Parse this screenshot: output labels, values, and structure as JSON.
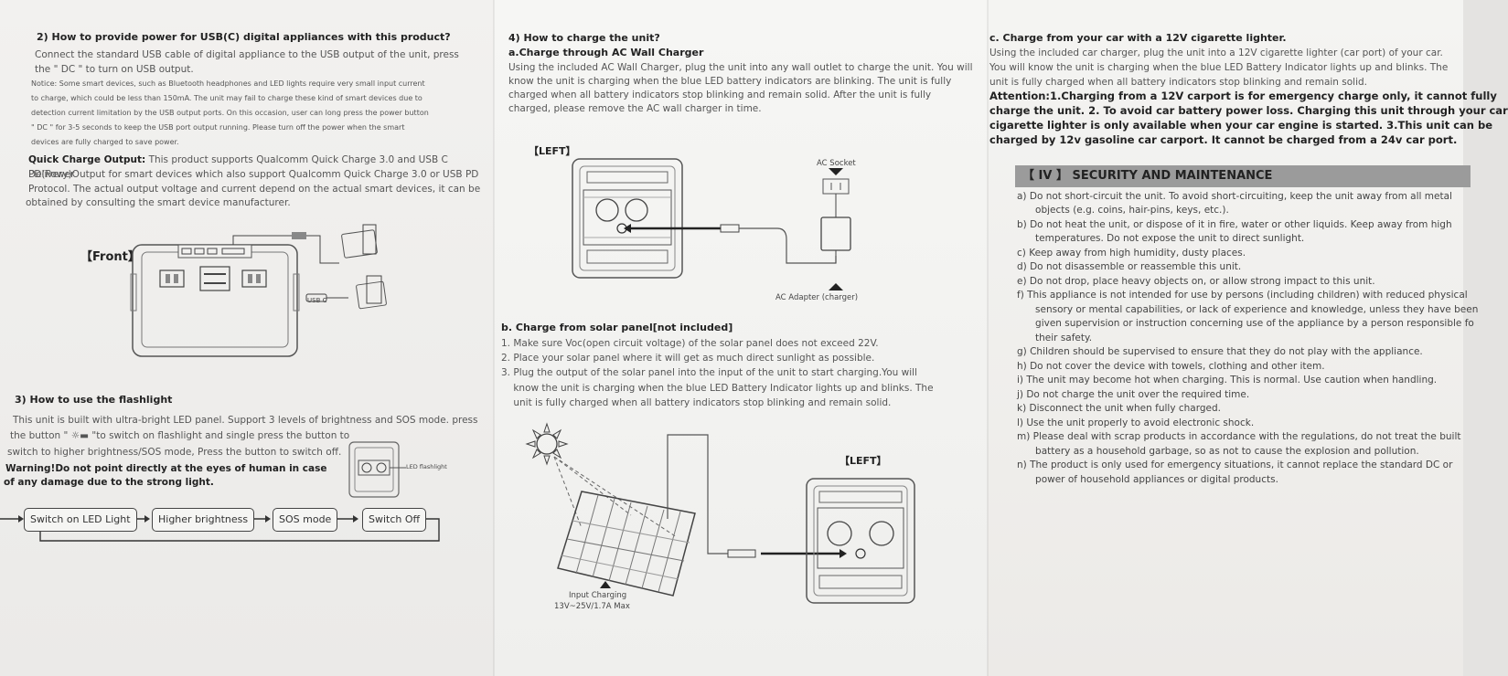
{
  "left": {
    "q2_title": "2) How to provide power for USB(C) digital appliances with this product?",
    "q2_lines": [
      "Connect the standard USB cable of digital appliance to the USB output of the unit, press",
      "the \" DC \" to turn on USB output."
    ],
    "notice_lines": [
      "Notice: Some smart devices, such as Bluetooth headphones and LED lights require very small input current",
      "to charge, which could be less than 150mA. The unit may fail to charge these kind of smart devices due to",
      "detection current limitation by the USB output ports. On this occasion, user can long press the power button",
      "\" DC \" for 3-5 seconds to keep the USB port output running. Please turn off the power when the smart",
      "devices are fully charged to save power."
    ],
    "qc_label": "Quick Charge Output:",
    "qc_lines": [
      " This product supports Qualcomm Quick Charge 3.0 and USB C PD(Power",
      "Delivery)Output for smart devices which also support Qualcomm Quick Charge 3.0 or USB PD",
      "Protocol. The actual output voltage and current depend on the actual smart devices, it can be",
      "obtained by consulting the smart device manufacturer."
    ],
    "front_label": "【Front】",
    "usbc_label": "USB C",
    "q3_title": "3) How to use the flashlight",
    "q3_lines": [
      "This unit is built with ultra-bright LED panel. Support 3 levels of brightness and SOS mode. press",
      "the button \" ☼▬ \"to switch on flashlight and single press the button to",
      "switch to higher brightness/SOS mode, Press the button to switch off."
    ],
    "warning_lines": [
      "Warning!Do not point directly at the eyes of human in case",
      "of any damage due to the strong light."
    ],
    "led_label": "LED flashlight",
    "flow": [
      "Switch on LED Light",
      "Higher brightness",
      "SOS mode",
      "Switch Off"
    ]
  },
  "middle": {
    "q4_title": "4) How to charge the unit?",
    "a_title": "a.Charge through AC Wall Charger",
    "a_lines": [
      "Using the included AC Wall Charger, plug the unit into any wall outlet to charge the unit. You will",
      "know the unit is charging when the blue LED battery indicators are blinking. The unit is fully",
      "charged when all battery indicators stop blinking and remain solid. After the unit is fully",
      "charged, please remove the AC wall charger in time."
    ],
    "left_label": "【LEFT】",
    "ac_socket": "AC Socket",
    "ac_adapter": "AC Adapter (charger)",
    "b_title": "b. Charge from solar panel[not included]",
    "b_lines": [
      "1. Make sure Voc(open circuit voltage) of the solar panel does not exceed 22V.",
      "2. Place your solar panel where it will get as much direct sunlight as possible.",
      "3. Plug the output of the solar panel into the input of the unit to start charging.You will",
      "    know the unit is charging when the blue LED Battery Indicator lights up and blinks. The",
      "    unit is fully charged when all battery indicators stop blinking and remain solid."
    ],
    "left_label2": "【LEFT】",
    "input_charging": "Input Charging",
    "input_spec": "13V~25V/1.7A Max"
  },
  "right": {
    "c_title": "c. Charge from your car with a 12V cigarette lighter.",
    "c_lines": [
      "Using the included car charger, plug the unit into a 12V cigarette lighter (car port) of your car.",
      "You will know the unit is charging when the blue LED Battery Indicator lights up and blinks. The",
      "unit is fully charged when all battery indicators stop blinking and remain solid."
    ],
    "attention_lines": [
      "Attention:1.Charging from a 12V carport is for emergency charge only, it cannot fully",
      "charge the unit. 2. To avoid car battery power loss. Charging this unit through your car",
      "cigarette lighter is only available when your car engine is started. 3.This unit can be",
      "charged by 12v gasoline car carport. It cannot be charged from a 24v car port."
    ],
    "section_title": "【 IV 】 SECURITY AND MAINTENANCE",
    "items": [
      "a)  Do not short-circuit the unit. To avoid short-circuiting, keep the unit away from all metal",
      "      objects (e.g. coins, hair-pins, keys, etc.).",
      "b)  Do not heat the unit, or dispose of it in fire, water or other liquids. Keep away from high",
      "      temperatures. Do not expose the unit to direct sunlight.",
      "c)  Keep away from high humidity, dusty places.",
      "d)  Do not disassemble or reassemble this unit.",
      "e)  Do not drop, place heavy objects on, or allow strong impact to this unit.",
      "f)   This appliance is not intended for use by persons (including children) with reduced physical",
      "      sensory or mental capabilities, or lack of experience and knowledge, unless they have been",
      "      given supervision or instruction concerning use of the appliance by a person responsible fo",
      "      their safety.",
      "g)  Children should be supervised to ensure that they do not play with the appliance.",
      "h)  Do not cover the device with towels, clothing and other item.",
      "i)   The unit may become hot when charging. This is normal. Use caution when handling.",
      "j)   Do not charge the unit over the required time.",
      "k)  Disconnect the unit when fully charged.",
      "l)   Use the unit properly to avoid electronic shock.",
      "m) Please deal with scrap products in accordance with the regulations, do not treat the built",
      "      battery as a household garbage, so as not to cause the explosion and pollution.",
      "n)  The product is only used for emergency situations, it cannot replace the standard DC or",
      "      power of household appliances or digital products."
    ]
  }
}
